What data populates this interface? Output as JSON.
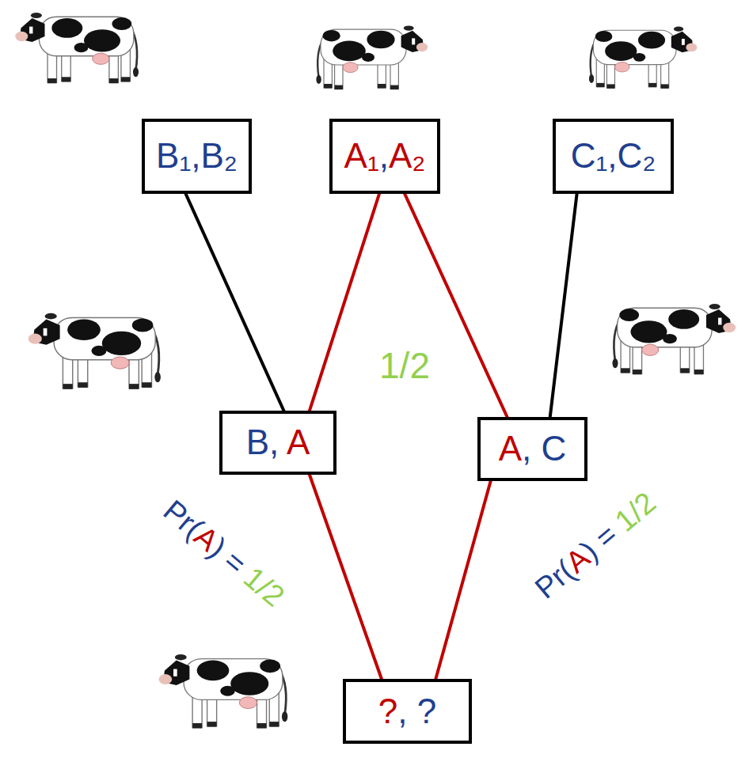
{
  "diagram": {
    "nodes": [
      {
        "text": [
          "B₁,B₂"
        ]
      },
      {
        "text": [
          "A₁,A₂"
        ]
      },
      {
        "text": [
          "C₁,C₂"
        ]
      },
      {
        "text": [
          "B, A"
        ]
      },
      {
        "text": [
          "A, C"
        ]
      },
      {
        "text": [
          "?, ?"
        ]
      }
    ],
    "edges": [
      {
        "from": 0,
        "to": 3,
        "arrow": "none"
      },
      {
        "from": 1,
        "to": 3,
        "arrow": "none"
      },
      {
        "from": 1,
        "to": 4,
        "arrow": "none"
      },
      {
        "from": 2,
        "to": 4,
        "arrow": "none"
      },
      {
        "from": 3,
        "to": 5,
        "label": "Pr(A) = 1/2",
        "arrow": "none"
      },
      {
        "from": 4,
        "to": 5,
        "label": "Pr(A) = 1/2",
        "arrow": "none"
      }
    ],
    "labels": [
      "1/2"
    ]
  }
}
